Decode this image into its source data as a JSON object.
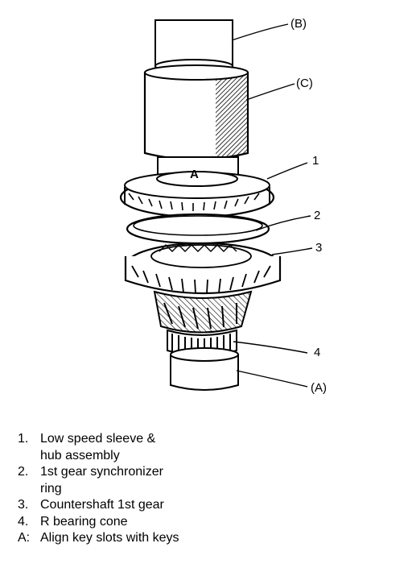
{
  "callouts": {
    "b": "(B)",
    "c": "(C)",
    "one": "1",
    "two": "2",
    "three": "3",
    "four": "4",
    "a_tool": "(A)",
    "key_mark": "A"
  },
  "legend": [
    {
      "num": "1.",
      "lines": [
        "Low speed sleeve &",
        "hub assembly"
      ]
    },
    {
      "num": "2.",
      "lines": [
        "1st gear synchronizer",
        "ring"
      ]
    },
    {
      "num": "3.",
      "lines": [
        "Countershaft 1st gear"
      ]
    },
    {
      "num": "4.",
      "lines": [
        "R bearing cone"
      ]
    },
    {
      "num": "A:",
      "lines": [
        "Align key slots with keys"
      ]
    }
  ]
}
